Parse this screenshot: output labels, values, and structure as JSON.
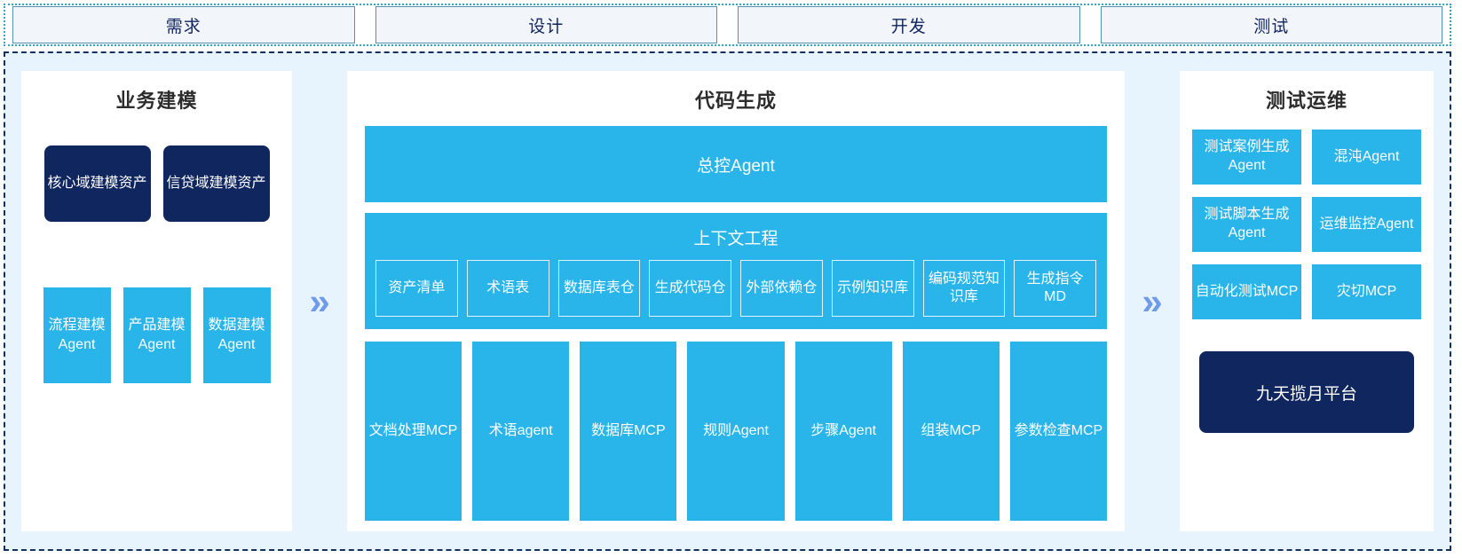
{
  "phases": [
    {
      "label": "需求"
    },
    {
      "label": "设计"
    },
    {
      "label": "开发"
    },
    {
      "label": "测试"
    }
  ],
  "arrows": {
    "glyph": "»",
    "color": "#6f9bea"
  },
  "colors": {
    "accent_cyan": "#29b4ea",
    "navy": "#10265f",
    "panel_bg": "#e8f4fd",
    "card_bg": "#ffffff",
    "phase_border": "#4f93ae",
    "frame_border": "#13305f"
  },
  "left_panel": {
    "title": "业务建模",
    "assets": [
      {
        "label": "核心域建模资产"
      },
      {
        "label": "信贷域建模资产"
      }
    ],
    "agents": [
      {
        "label": "流程建模Agent"
      },
      {
        "label": "产品建模Agent"
      },
      {
        "label": "数据建模Agent"
      }
    ]
  },
  "center_panel": {
    "title": "代码生成",
    "master_agent": "总控Agent",
    "context": {
      "title": "上下文工程",
      "items": [
        {
          "label": "资产清单"
        },
        {
          "label": "术语表"
        },
        {
          "label": "数据库表仓"
        },
        {
          "label": "生成代码仓"
        },
        {
          "label": "外部依赖仓"
        },
        {
          "label": "示例知识库"
        },
        {
          "label": "编码规范知识库"
        },
        {
          "label": "生成指令MD"
        }
      ]
    },
    "tools": [
      {
        "label": "文档处理MCP"
      },
      {
        "label": "术语agent"
      },
      {
        "label": "数据库MCP"
      },
      {
        "label": "规则Agent"
      },
      {
        "label": "步骤Agent"
      },
      {
        "label": "组装MCP"
      },
      {
        "label": "参数检查MCP"
      }
    ]
  },
  "right_panel": {
    "title": "测试运维",
    "items": [
      {
        "label": "测试案例生成Agent"
      },
      {
        "label": "混沌Agent"
      },
      {
        "label": "测试脚本生成Agent"
      },
      {
        "label": "运维监控Agent"
      },
      {
        "label": "自动化测试MCP"
      },
      {
        "label": "灾切MCP"
      }
    ],
    "platform": "九天揽月平台"
  }
}
